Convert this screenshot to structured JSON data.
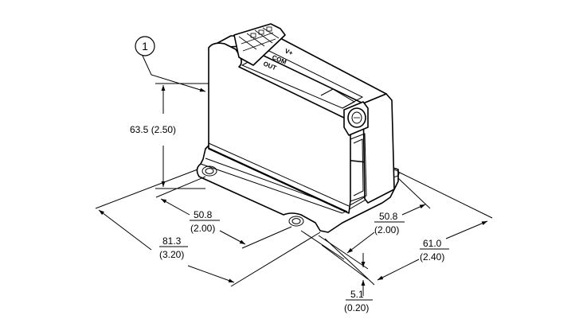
{
  "callout": {
    "number": "1"
  },
  "terminal_labels": {
    "v_plus": "V+",
    "com": "COM",
    "out": "OUT"
  },
  "dimensions": {
    "height": "63.5 (2.50)",
    "length_mm": "81.3",
    "length_in": "(3.20)",
    "hole_spacing_left_mm": "50.8",
    "hole_spacing_left_in": "(2.00)",
    "hole_spacing_right_mm": "50.8",
    "hole_spacing_right_in": "(2.00)",
    "width_mm": "61.0",
    "width_in": "(2.40)",
    "base_thickness_mm": "5.1",
    "base_thickness_in": "(0.20)"
  }
}
